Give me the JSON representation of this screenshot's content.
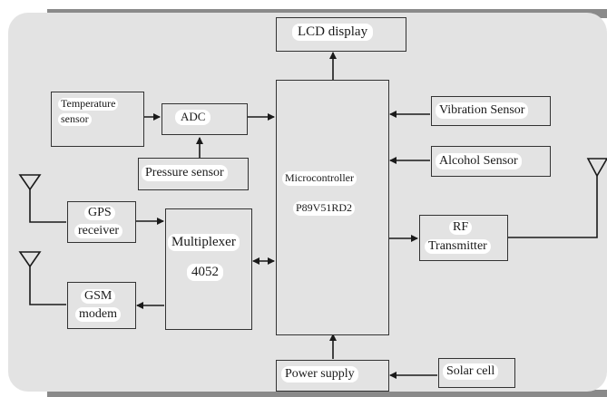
{
  "diagram": {
    "blocks": {
      "lcd": "LCD display",
      "temperature_line1": "Temperature",
      "temperature_line2": "sensor",
      "adc": "ADC",
      "pressure": "Pressure sensor",
      "vibration": "Vibration Sensor",
      "alcohol": "Alcohol Sensor",
      "microcontroller_line1": "Microcontroller",
      "microcontroller_line2": "P89V51RD2",
      "gps_line1": "GPS",
      "gps_line2": "receiver",
      "multiplexer_line1": "Multiplexer",
      "multiplexer_line2": "4052",
      "rf_line1": "RF",
      "rf_line2": "Transmitter",
      "gsm_line1": "GSM",
      "gsm_line2": "modem",
      "power": "Power supply",
      "solar": "Solar cell"
    },
    "colors": {
      "panel": "#e3e3e3",
      "frame": "#8a8a8a",
      "line": "#1a1a1a",
      "label_background": "#ffffff"
    }
  }
}
